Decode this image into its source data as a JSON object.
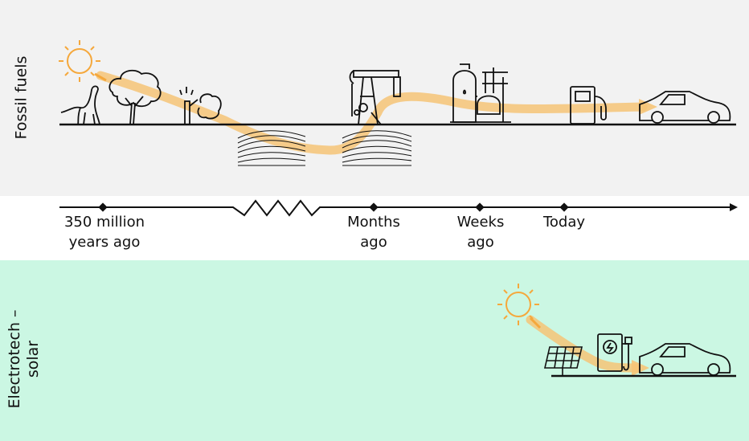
{
  "sections": {
    "fossil_label": "Fossil fuels",
    "electro_label_line1": "Electrotech –",
    "electro_label_line2": "solar"
  },
  "timeline": {
    "ticks": [
      {
        "line1": "350 million",
        "line2": "years ago"
      },
      {
        "line1": "Months",
        "line2": "ago"
      },
      {
        "line1": "Weeks",
        "line2": "ago"
      },
      {
        "line1": "Today",
        "line2": ""
      }
    ]
  },
  "icons": {
    "fossil": [
      "sun-icon",
      "dinosaur-icon",
      "tree-icon",
      "fallen-tree-icon",
      "rock-strata-icon",
      "oil-pumpjack-icon",
      "refinery-icon",
      "fuel-pump-icon",
      "car-icon"
    ],
    "electro": [
      "sun-icon",
      "solar-panel-icon",
      "charging-station-icon",
      "car-icon"
    ]
  },
  "colors": {
    "fossil_band": "#f2f2f2",
    "electro_band": "#cbf7e3",
    "energy_path": "#f6c477",
    "sun": "#f5a83c",
    "ink": "#111111"
  }
}
